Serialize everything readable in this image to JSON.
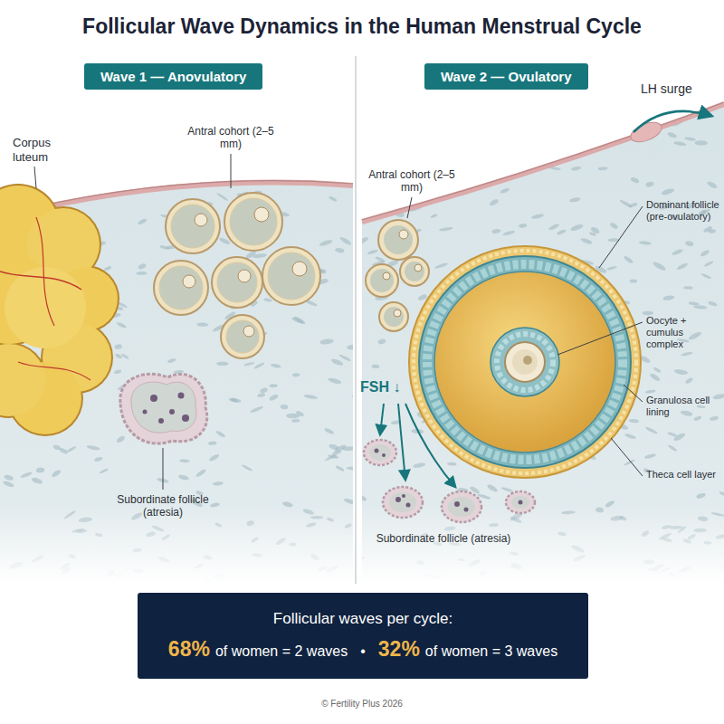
{
  "diagram": {
    "title": "Follicular Wave Dynamics in the Human Menstrual Cycle",
    "nodes": [
      {
        "text": [
          "Wave 1 — Anovulatory"
        ]
      },
      {
        "text": [
          "Wave 2 — Ovulatory"
        ]
      },
      {
        "text": [
          "Follicular waves per cycle:",
          "68%",
          "of women = 2 waves",
          "•",
          "32%",
          "of women = 3 waves"
        ]
      }
    ],
    "labels": [
      "Corpus luteum",
      "Antral cohort (2–5 mm)",
      "Subordinate follicle (atresia)",
      "Antral cohort (2–5 mm)",
      "LH surge",
      "Dominant follicle (pre-ovulatory)",
      "Oocyte + cumulus complex",
      "Granulosa cell lining",
      "FSH ↓",
      "Theca cell layer",
      "Subordinate follicle (atresia)",
      "© Fertility Plus 2026"
    ]
  }
}
